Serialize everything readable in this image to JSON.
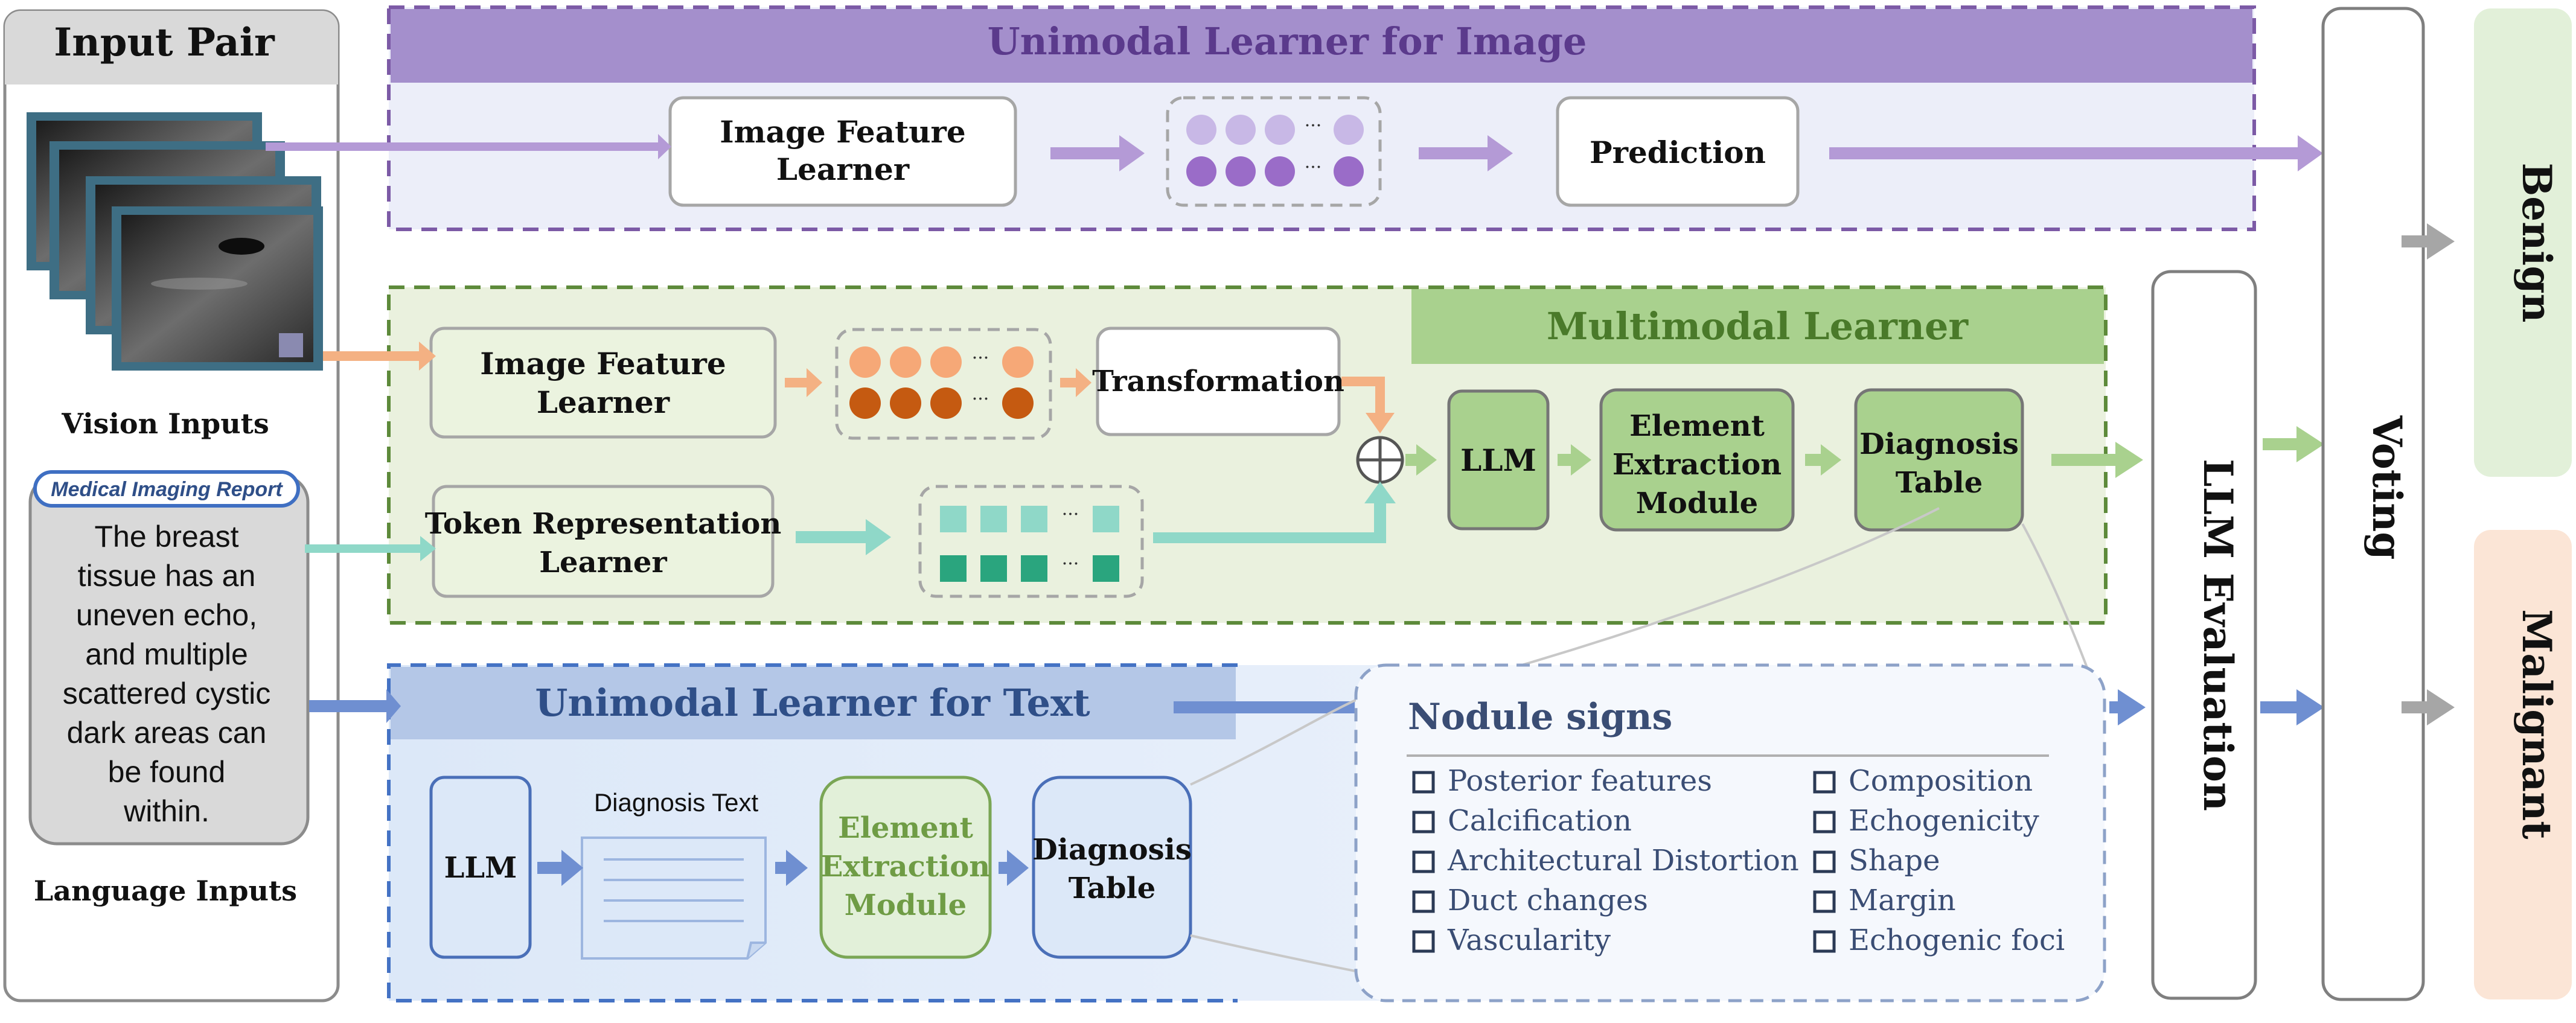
{
  "input_pair": {
    "title": "Input Pair",
    "vision_label": "Vision Inputs",
    "report_title": "Medical Imaging Report",
    "report_lines": [
      "The breast",
      "tissue has an",
      "uneven echo,",
      "and multiple",
      "scattered cystic",
      "dark areas can",
      "be found",
      "within."
    ],
    "language_label": "Language Inputs"
  },
  "image_branch": {
    "title": "Unimodal Learner for Image",
    "feature_learner": [
      "Image Feature",
      "Learner"
    ],
    "prediction": "Prediction"
  },
  "multimodal": {
    "title": "Multimodal Learner",
    "feature_learner": [
      "Image Feature",
      "Learner"
    ],
    "transformation": "Transformation",
    "token_learner": [
      "Token Representation",
      "Learner"
    ],
    "llm": "LLM",
    "extraction": [
      "Element",
      "Extraction",
      "Module"
    ],
    "diagnosis_table": [
      "Diagnosis",
      "Table"
    ]
  },
  "text_branch": {
    "title": "Unimodal Learner for Text",
    "llm": "LLM",
    "diagnosis_text": "Diagnosis Text",
    "extraction": [
      "Element",
      "Extraction",
      "Module"
    ],
    "diagnosis_table": [
      "Diagnosis",
      "Table"
    ]
  },
  "nodule_signs": {
    "title": "Nodule signs",
    "left_items": [
      "Posterior features",
      "Calcification",
      "Architectural Distortion",
      "Duct changes",
      "Vascularity"
    ],
    "right_items": [
      "Composition",
      "Echogenicity",
      "Shape",
      "Margin",
      "Echogenic foci"
    ]
  },
  "ellipsis": "···",
  "llm_evaluation": "LLM Evaluation",
  "voting": "Voting",
  "outputs": {
    "benign": "Benign",
    "malignant": "Malignant"
  },
  "colors": {
    "purple": "#a48fcc",
    "purple_dark": "#7c5aa6",
    "purple_bg": "#eceef9",
    "green": "#a9d18e",
    "green_dark": "#5d8a3a",
    "green_bg": "#eaf1de",
    "blue": "#6f8fd1",
    "blue_title": "#2f4f88",
    "blue_bg": "#dce8f8",
    "orange": "#f4b183",
    "orange_dark": "#c55a11",
    "teal": "#8fd8c8",
    "teal_dark": "#2aa57e",
    "benign_bg": "#e2f0d9",
    "malignant_bg": "#fbe5d6"
  }
}
